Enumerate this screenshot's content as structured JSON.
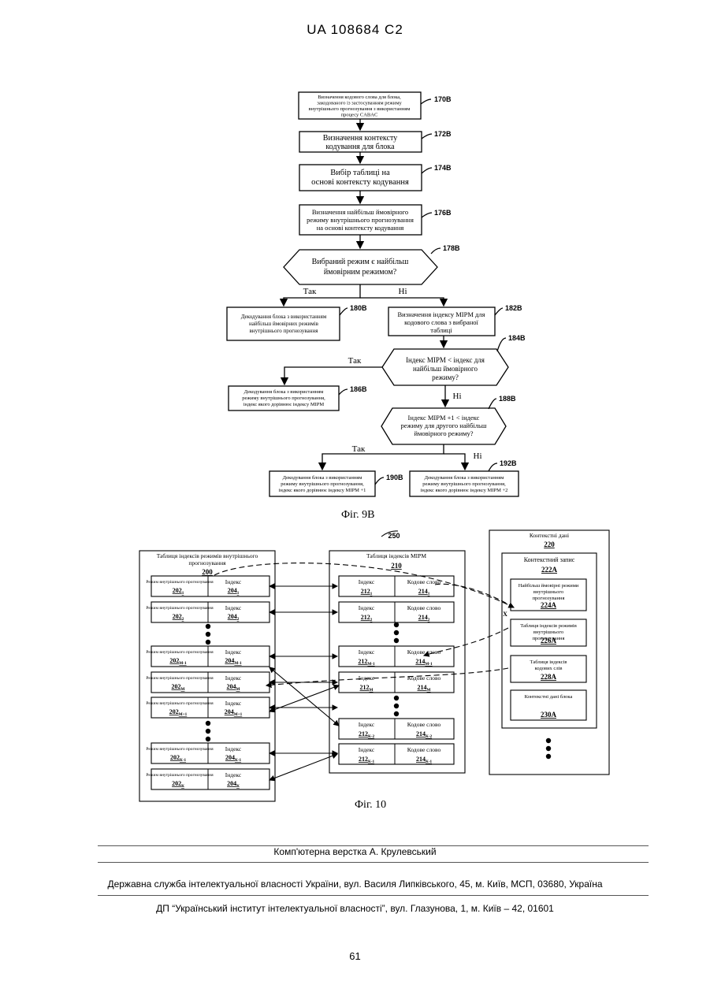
{
  "header": "UA   108684   C2",
  "fig9": {
    "caption": "Фіг. 9В",
    "steps": [
      {
        "id": "170B",
        "lines": [
          "Визначення кодового слова для блока,",
          "закодованого із застосуванням режиму",
          "внутрішнього прогнозування з використанням",
          "процесу CABAC"
        ]
      },
      {
        "id": "172B",
        "lines": [
          "Визначення контексту",
          "кодування для блока"
        ]
      },
      {
        "id": "174B",
        "lines": [
          "Вибір таблиці на",
          "основі контексту кодування"
        ]
      },
      {
        "id": "176B",
        "lines": [
          "Визначення найбільш ймовірного",
          "режиму внутрішнього прогнозування",
          "на основі контексту кодування"
        ]
      },
      {
        "id": "178B",
        "lines": [
          "Вибраний режим є найбільш",
          "ймовірним режимом?"
        ]
      },
      {
        "id": "180B",
        "lines": [
          "Декодування блока з використанням",
          "найбільш ймовірних режимів",
          "внутрішнього прогнозування"
        ]
      },
      {
        "id": "182B",
        "lines": [
          "Визначення індексу МІРМ для",
          "кодового слова з вибраної",
          "таблиці"
        ]
      },
      {
        "id": "184B",
        "lines": [
          "Індекс МІРМ < індекс для",
          "найбільш ймовірного",
          "режиму?"
        ]
      },
      {
        "id": "186B",
        "lines": [
          "Декодування блока з використанням",
          "режиму внутрішнього прогнозування,",
          "індекс якого дорівнює індексу МІРМ"
        ]
      },
      {
        "id": "188B",
        "lines": [
          "Індекс МІРМ +1 < індекс",
          "режиму для другого найбільш",
          "ймовірного режиму?"
        ]
      },
      {
        "id": "190B",
        "lines": [
          "Декодування блока з використанням",
          "режиму внутрішнього прогнозування,",
          "індекс якого дорівнює індексу МІРМ +1"
        ]
      },
      {
        "id": "192B",
        "lines": [
          "Декодування блока з використанням",
          "режиму внутрішнього прогнозування,",
          "індекс якого дорівнює індексу МІРМ +2"
        ]
      }
    ],
    "yes": "Так",
    "no": "Ні"
  },
  "fig10": {
    "caption": "Фіг. 10",
    "ref_250": "250",
    "table200": {
      "title": [
        "Таблиця індексів режимів внутрішнього",
        "прогнозування"
      ],
      "num": "200",
      "rows": [
        {
          "mode": "Режим внутрішнього прогнозування",
          "mnum": "202",
          "msub": "1",
          "idx": "Індекс",
          "inum": "204",
          "isub": "1"
        },
        {
          "mode": "Режим внутрішнього прогнозування",
          "mnum": "202",
          "msub": "2",
          "idx": "Індекс",
          "inum": "204",
          "isub": "2"
        },
        {
          "mode": "Режим внутрішнього прогнозування",
          "mnum": "202",
          "msub": "М-1",
          "idx": "Індекс",
          "inum": "204",
          "isub": "М-1"
        },
        {
          "mode": "Режим внутрішнього прогнозування",
          "mnum": "202",
          "msub": "М",
          "idx": "Індекс",
          "inum": "204",
          "isub": "М"
        },
        {
          "mode": "Режим внутрішнього прогнозування",
          "mnum": "202",
          "msub": "М+1",
          "idx": "Індекс",
          "inum": "204",
          "isub": "М+1"
        },
        {
          "mode": "Режим внутрішнього прогнозування",
          "mnum": "202",
          "msub": "К-1",
          "idx": "Індекс",
          "inum": "204",
          "isub": "К-1"
        },
        {
          "mode": "Режим внутрішнього прогнозування",
          "mnum": "202",
          "msub": "К",
          "idx": "Індекс",
          "inum": "204",
          "isub": "К"
        }
      ]
    },
    "table210": {
      "title": "Таблиця індексів МІРМ",
      "num": "210",
      "rows": [
        {
          "idx": "Індекс",
          "inum": "212",
          "isub": "1",
          "cw": "Кодове слово",
          "cnum": "214",
          "csub": "1"
        },
        {
          "idx": "Індекс",
          "inum": "212",
          "isub": "2",
          "cw": "Кодове слово",
          "cnum": "214",
          "csub": "2"
        },
        {
          "idx": "Індекс",
          "inum": "212",
          "isub": "М-1",
          "cw": "Кодове слово",
          "cnum": "214",
          "csub": "М-1"
        },
        {
          "idx": "Індекс",
          "inum": "212",
          "isub": "М",
          "cw": "Кодове слово",
          "cnum": "214",
          "csub": "М"
        },
        {
          "idx": "Індекс",
          "inum": "212",
          "isub": "К-2",
          "cw": "Кодове слово",
          "cnum": "214",
          "csub": "К-2"
        },
        {
          "idx": "Індекс",
          "inum": "212",
          "isub": "К-1",
          "cw": "Кодове слово",
          "cnum": "214",
          "csub": "К-1"
        }
      ]
    },
    "ctx220": {
      "title": "Контекстні дані",
      "num": "220",
      "record_title": "Контекстний запис",
      "record_num": "222A",
      "items": [
        {
          "lines": [
            "Найбільш ймовірні режими",
            "внутрішнього",
            "прогнозування"
          ],
          "num": "224A"
        },
        {
          "lines": [
            "Таблиця індексів режимів",
            "внутрішнього",
            "прогнозування"
          ],
          "num": "226A"
        },
        {
          "lines": [
            "Таблиця індексів",
            "кодових слів"
          ],
          "num": "228A"
        },
        {
          "lines": [
            "Контекстні дані блока"
          ],
          "num": "230A"
        }
      ],
      "x_mark": "X"
    }
  },
  "footer": {
    "line1": "Комп'ютерна верстка А. Крулевський",
    "line2": "Державна служба інтелектуальної власності України, вул. Василя Липківського, 45, м. Київ, МСП, 03680, Україна",
    "line3": "ДП “Український інститут інтелектуальної власності”, вул. Глазунова, 1, м. Київ – 42, 01601",
    "page": "61"
  }
}
